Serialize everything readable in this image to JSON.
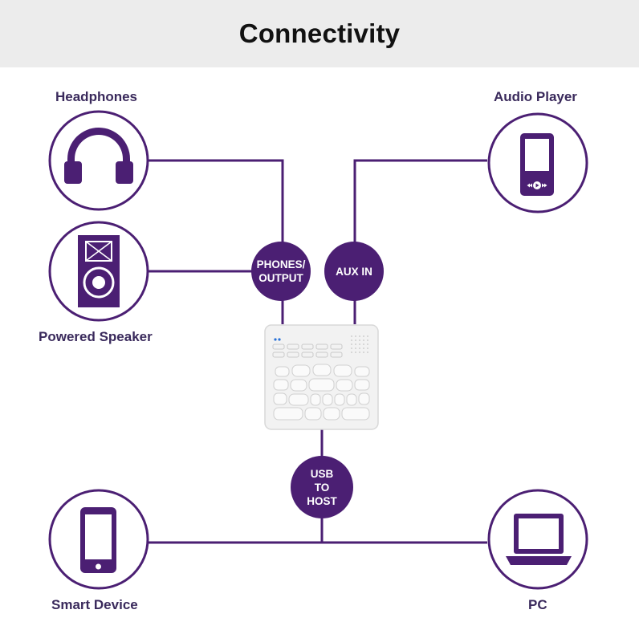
{
  "title": "Connectivity",
  "colors": {
    "purple": "#4b1f73",
    "line": "#4b1f73",
    "header_bg": "#ececec",
    "device_bg": "#f2f2f2"
  },
  "devices": {
    "headphones": {
      "label": "Headphones",
      "icon": "headphones-icon"
    },
    "powered_speaker": {
      "label": "Powered Speaker",
      "icon": "speaker-icon"
    },
    "audio_player": {
      "label": "Audio Player",
      "icon": "audio-player-icon"
    },
    "smart_device": {
      "label": "Smart Device",
      "icon": "smartphone-icon"
    },
    "pc": {
      "label": "PC",
      "icon": "laptop-icon"
    }
  },
  "ports": {
    "phones_output": {
      "line1": "PHONES/",
      "line2": "OUTPUT"
    },
    "aux_in": {
      "line1": "AUX IN"
    },
    "usb_to_host": {
      "line1": "USB",
      "line2": "TO",
      "line3": "HOST"
    }
  }
}
